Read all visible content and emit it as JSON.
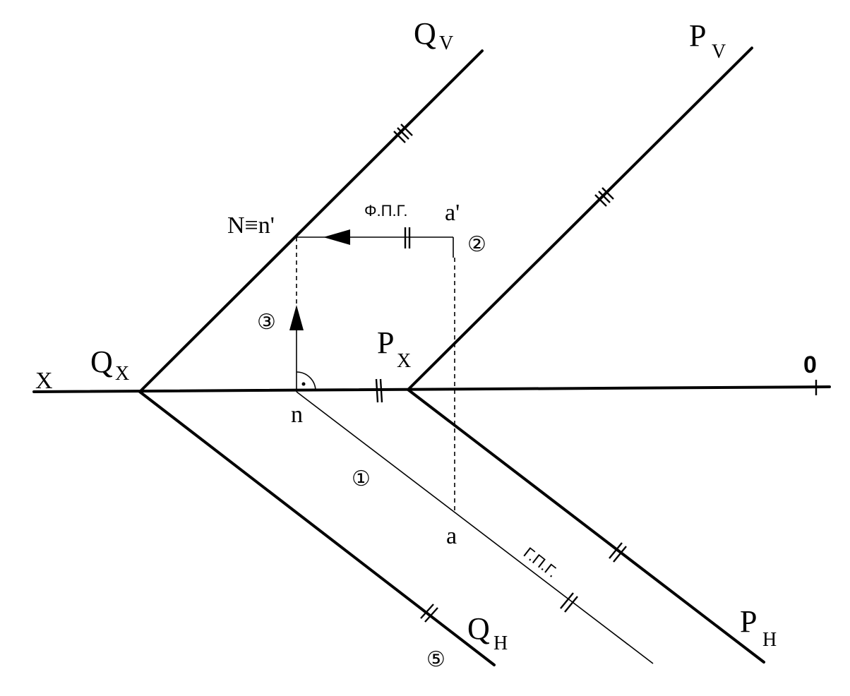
{
  "labels": {
    "x_axis": "X",
    "zero": "0",
    "q_x": "Q",
    "q_x_sub": "X",
    "p_x": "P",
    "p_x_sub": "X",
    "q_v": "Q",
    "q_v_sub": "V",
    "p_v": "P",
    "p_v_sub": "V",
    "q_h": "Q",
    "q_h_sub": "H",
    "p_h": "P",
    "p_h_sub": "H",
    "point_N": "N≡n'",
    "point_a_prime": "a'",
    "point_a": "a",
    "point_n": "n",
    "fpg": "Φ.Π.Γ.",
    "gpg": "Γ.Π.Γ.",
    "step_1": "①",
    "step_2": "②",
    "step_3": "③",
    "step_5": "⑤"
  }
}
